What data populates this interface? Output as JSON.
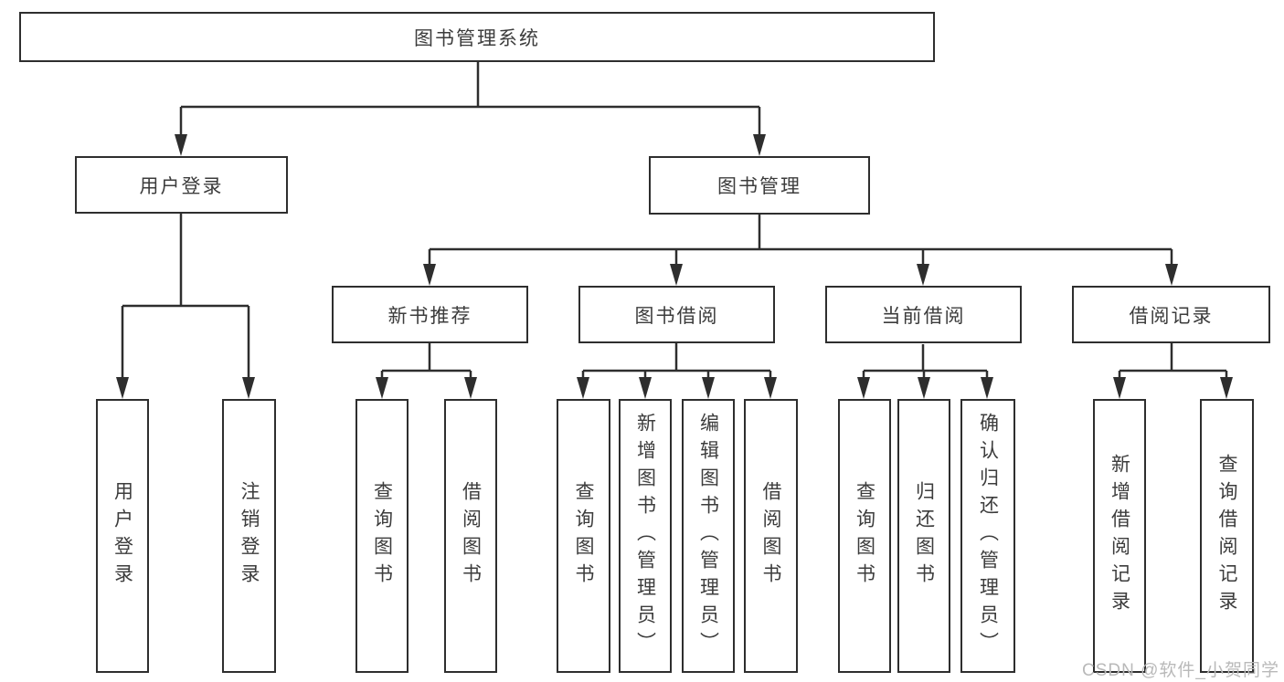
{
  "tree": {
    "root": "图书管理系统",
    "children": [
      {
        "label": "用户登录",
        "children": [
          "用户登录",
          "注销登录"
        ]
      },
      {
        "label": "图书管理",
        "children": [
          {
            "label": "新书推荐",
            "children": [
              "查询图书",
              "借阅图书"
            ]
          },
          {
            "label": "图书借阅",
            "children": [
              "查询图书",
              "新增图书（管理员）",
              "编辑图书（管理员）",
              "借阅图书"
            ]
          },
          {
            "label": "当前借阅",
            "children": [
              "查询图书",
              "归还图书",
              "确认归还（管理员）"
            ]
          },
          {
            "label": "借阅记录",
            "children": [
              "新增借阅记录",
              "查询借阅记录"
            ]
          }
        ]
      }
    ]
  },
  "watermark": "CSDN @软件_小贺同学",
  "colors": {
    "line": "#2e2e2e",
    "text": "#3c3c3c",
    "watermark": "#b9b9b9",
    "background": "#ffffff"
  }
}
